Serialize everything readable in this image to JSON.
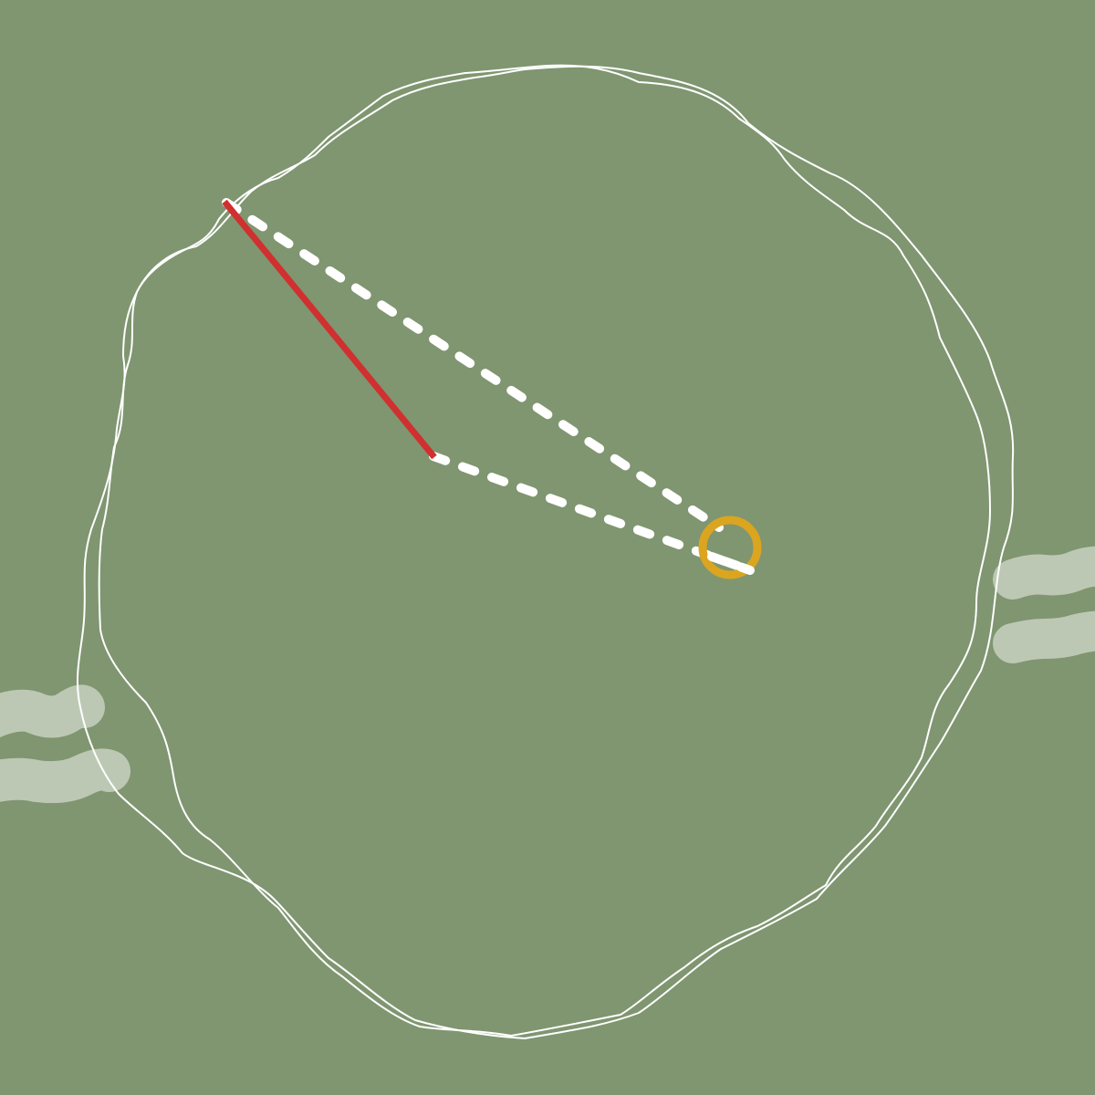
{
  "colors": {
    "background": "#7f9670",
    "outline": "#ffffff",
    "radius_line": "#d03030",
    "dashed_lines": "#ffffff",
    "target_ring": "#dba520",
    "ropes": "#bdc8b4"
  },
  "elements": {
    "outer_boundary": "wavy-circle-outline",
    "inner_boundary": "wavy-circle-outline",
    "radius_segment": "solid-red-line",
    "chords": "dashed-white-lines",
    "target": "yellow-ring-marker",
    "left_ropes": 2,
    "right_ropes": 2
  }
}
